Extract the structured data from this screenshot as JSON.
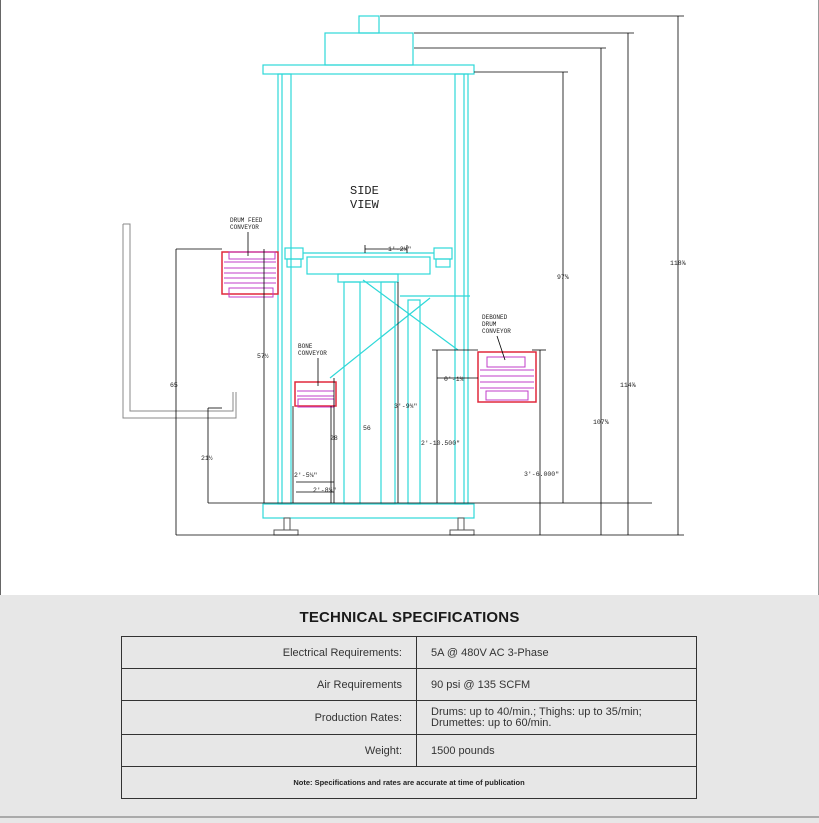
{
  "drawing": {
    "view_label_1": "SIDE",
    "view_label_2": "VIEW",
    "drum_feed_1": "DRUM FEED",
    "drum_feed_2": "CONVEYOR",
    "bone_1": "BONE",
    "bone_2": "CONVEYOR",
    "deboned_1": "DEBONED",
    "deboned_2": "DRUM",
    "deboned_3": "CONVEYOR",
    "dim_top_width": "1'-2¼\"",
    "dim_97": "97⅝",
    "dim_118": "118⅜",
    "dim_114": "114⅜",
    "dim_107": "107⅝",
    "dim_65": "65",
    "dim_57": "57½",
    "dim_21": "21½",
    "dim_56": "56",
    "dim_28": "28",
    "dim_3_9": "3'-9¾\"",
    "dim_2_10": "2'-10.500\"",
    "dim_0_1": "0'-1¾",
    "dim_3_6": "3'-6.000\"",
    "dim_2_5": "2'-5⅛\"",
    "dim_2_8": "2'-8¼\""
  },
  "specs": {
    "title": "TECHNICAL SPECIFICATIONS",
    "rows": [
      {
        "label": "Electrical Requirements:",
        "value": "5A @ 480V AC 3-Phase"
      },
      {
        "label": "Air Requirements",
        "value": "90 psi @ 135 SCFM"
      },
      {
        "label": "Production Rates:",
        "value_line1": "Drums: up to 40/min.; Thighs: up to 35/min;",
        "value_line2": "Drumettes: up to 60/min."
      },
      {
        "label": "Weight:",
        "value": "1500 pounds"
      }
    ],
    "note": "Note: Specifications and rates are accurate at time of publication"
  },
  "colors": {
    "frame": "#2ed8d8",
    "dimension": "#000000",
    "conveyor_red": "#e0283c",
    "conveyor_magenta": "#c23cc8",
    "panel_bg": "#e7e7e7"
  }
}
